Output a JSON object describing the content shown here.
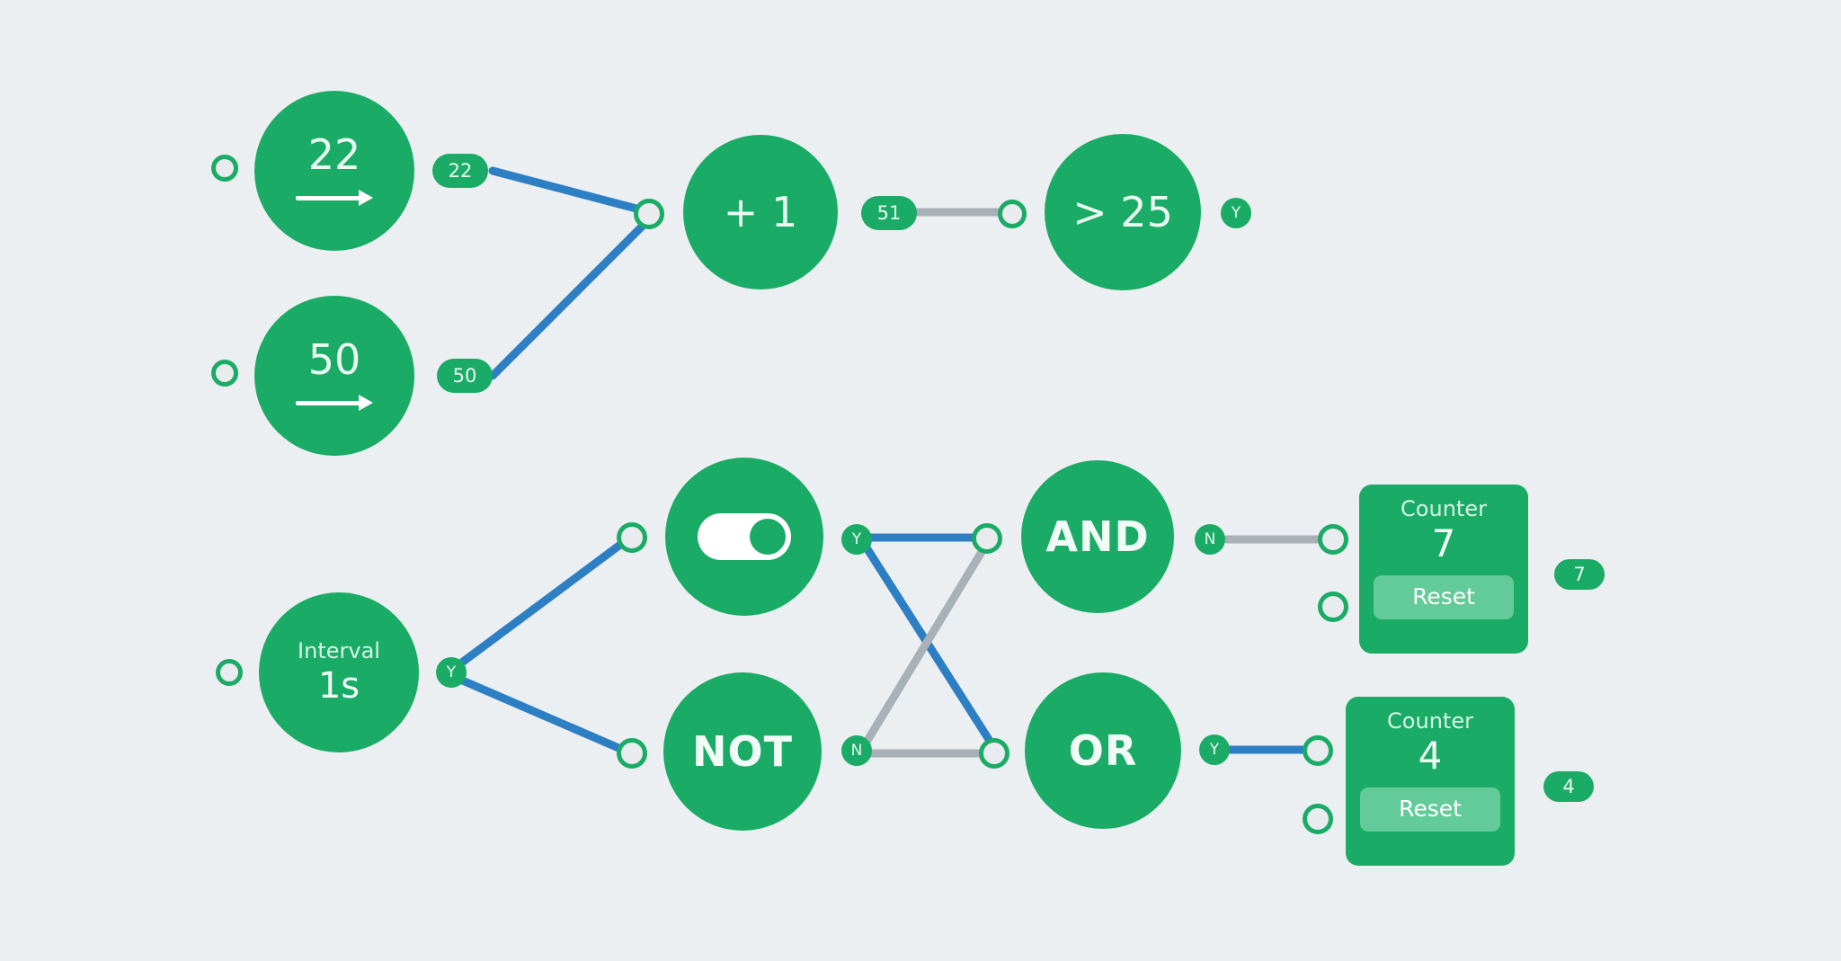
{
  "canvas": {
    "background_color": "#eceff1",
    "node_color": "#1aab66",
    "wire_active_color": "#2d7fc4",
    "wire_inactive_color": "#a8b0b8",
    "reset_button_color": "#63cb99"
  },
  "nodes": {
    "const22": {
      "value": "22",
      "icon": "arrow-right-icon",
      "input_port": "",
      "output_pill": "22"
    },
    "const50": {
      "value": "50",
      "icon": "arrow-right-icon",
      "input_port": "",
      "output_pill": "50"
    },
    "plus_one": {
      "label": "+ 1",
      "output_pill": "51"
    },
    "greater_than": {
      "label": "> 25",
      "output_badge": "Y"
    },
    "interval": {
      "title": "Interval",
      "value": "1s",
      "output_badge": "Y"
    },
    "toggle": {
      "icon": "toggle-on-icon",
      "state": "on",
      "output_badge": "Y"
    },
    "not_gate": {
      "label": "NOT",
      "output_badge": "N"
    },
    "and_gate": {
      "label": "AND",
      "output_badge": "N"
    },
    "or_gate": {
      "label": "OR",
      "output_badge": "Y"
    },
    "counter_top": {
      "title": "Counter",
      "value": "7",
      "reset_label": "Reset",
      "output_pill": "7"
    },
    "counter_bottom": {
      "title": "Counter",
      "value": "4",
      "reset_label": "Reset",
      "output_pill": "4"
    }
  }
}
